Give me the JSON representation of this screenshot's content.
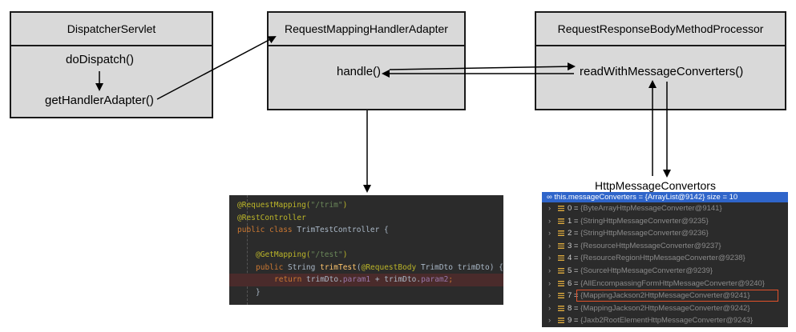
{
  "boxes": {
    "dispatcher": {
      "title": "DispatcherServlet",
      "method_top": "doDispatch()",
      "method_bottom": "getHandlerAdapter()"
    },
    "adapter": {
      "title": "RequestMappingHandlerAdapter",
      "method": "handle()"
    },
    "processor": {
      "title": "RequestResponseBodyMethodProcessor",
      "method": "readWithMessageConverters()"
    }
  },
  "converters_caption": "HttpMessageConvertors",
  "code": {
    "lines": [
      [
        "@RequestMapping(",
        "\"/trim\"",
        ")"
      ],
      [
        "@RestController"
      ],
      [
        "public class ",
        "TrimTestController {"
      ],
      [
        ""
      ],
      [
        "@GetMapping(",
        "\"/test\"",
        ")"
      ],
      [
        "public ",
        "String ",
        "trimTest",
        "(",
        "@RequestBody ",
        "TrimDto trimDto) {"
      ],
      [
        "return ",
        "trimDto.",
        "param1",
        " + trimDto.",
        "param2",
        ";"
      ],
      [
        "}"
      ]
    ]
  },
  "debugger": {
    "header": "this.messageConverters = {ArrayList@9142}  size = 10",
    "items": [
      {
        "index": "0 =",
        "value": "{ByteArrayHttpMessageConverter@9141}"
      },
      {
        "index": "1 =",
        "value": "{StringHttpMessageConverter@9235}"
      },
      {
        "index": "2 =",
        "value": "{StringHttpMessageConverter@9236}"
      },
      {
        "index": "3 =",
        "value": "{ResourceHttpMessageConverter@9237}"
      },
      {
        "index": "4 =",
        "value": "{ResourceRegionHttpMessageConverter@9238}"
      },
      {
        "index": "5 =",
        "value": "{SourceHttpMessageConverter@9239}"
      },
      {
        "index": "6 =",
        "value": "{AllEncompassingFormHttpMessageConverter@9240}"
      },
      {
        "index": "7 =",
        "value": "{MappingJackson2HttpMessageConverter@9241}"
      },
      {
        "index": "8 =",
        "value": "{MappingJackson2HttpMessageConverter@9242}"
      },
      {
        "index": "9 =",
        "value": "{Jaxb2RootElementHttpMessageConverter@9243}"
      }
    ]
  },
  "colors": {
    "box_fill": "#d9d9d9",
    "highlight_border": "#e2512a",
    "debug_header": "#2f65ca"
  }
}
